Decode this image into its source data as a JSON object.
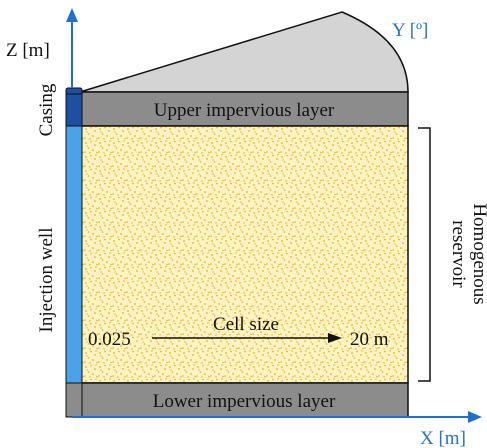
{
  "axes": {
    "z_label": "Z [m]",
    "x_label": "X [m]",
    "y_label": "Y [º]"
  },
  "labels": {
    "casing": "Casing",
    "injection_well": "Injection well",
    "upper_layer": "Upper impervious layer",
    "lower_layer": "Lower impervious layer",
    "reservoir_line1": "Homogenous",
    "reservoir_line2": "reservoir",
    "cell_size": "Cell size",
    "cell_min": "0.025",
    "cell_max": "20 m"
  },
  "colors": {
    "axis": "#1f6fd1",
    "casing": "#1f4fa0",
    "well": "#4aa3e8",
    "layer": "#8c8c8c",
    "reservoir": "#fdf3c4",
    "dots": "#f0b400",
    "wedge": "#d4d4d4"
  }
}
